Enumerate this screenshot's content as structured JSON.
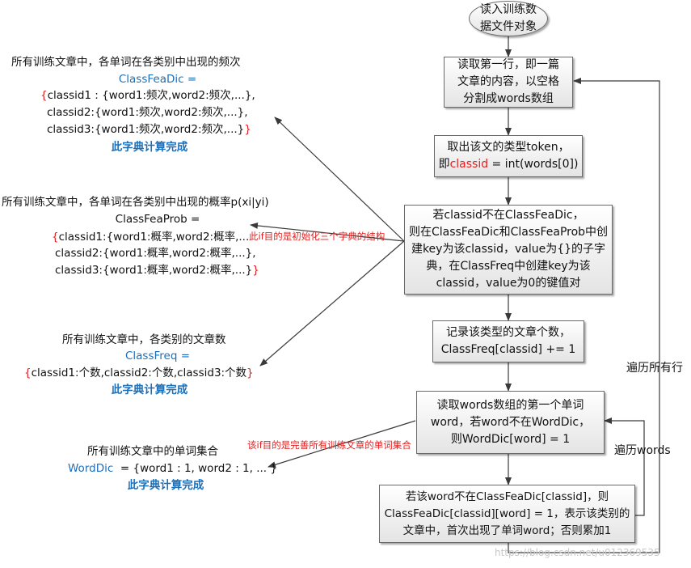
{
  "flow": {
    "start": [
      "读入训练数",
      "据文件对象"
    ],
    "step1": [
      "读取第一行，即一篇",
      "文章的内容，以空格",
      "分割成words数组"
    ],
    "step2_line1": "取出该文的类型token，",
    "step2_line2_pre": "即",
    "step2_line2_red": "classid",
    "step2_line2_post": " = int(words[0])",
    "step3": [
      "若classid不在ClassFeaDic，",
      "则在ClassFeaDic和ClassFeaProb中创",
      "建key为该classid，value为{}的子字",
      "典，在ClassFreq中创建key为该",
      "classid，value为0的键值对"
    ],
    "step4": [
      "记录该类型的文章个数，",
      "ClassFreq[classid] += 1"
    ],
    "step5": [
      "读取words数组的第一个单词",
      "word，若word不在WordDic，",
      "则WordDic[word] = 1"
    ],
    "step6": [
      "若该word不在ClassFeaDic[classid]，则",
      "ClassFeaDic[classid][word] = 1，表示该类别的",
      "文章中，首次出现了单词word；否则累加1"
    ]
  },
  "loops": {
    "all_lines": "遍历所有行",
    "words": "遍历words"
  },
  "notes": {
    "init_three": "此if目的是初始化三个字典的结构",
    "complete_worddic": "该if目的是完善所有训练文章的单词集合"
  },
  "dict1": {
    "desc": "所有训练文章中，各单词在各类别中出现的频次",
    "name": "ClassFeaDic =",
    "open": "{",
    "row1": "classid1 : {word1:频次,word2:频次,...},",
    "row2": "classid2:{word1:频次,word2:频次,...},",
    "row3": "classid3:{word1:频次,word2:频次,...}",
    "close": "}",
    "done": "此字典计算完成"
  },
  "dict2": {
    "desc": "所有训练文章中，各单词在各类别中出现的概率p(xi|yi)",
    "name": "ClassFeaProb =",
    "open": "{",
    "row1": "classid1:{word1:概率,word2:概率,...",
    "row2": "classid2:{word1:概率,word2:概率,...},",
    "row3": "classid3:{word1:概率,word2:概率,...}",
    "close": "}"
  },
  "dict3": {
    "desc": "所有训练文章中，各类别的文章数",
    "name": "ClassFreq =",
    "open": "{",
    "row1": "classid1:个数,classid2:个数,classid3:个数",
    "close": "}",
    "done": "此字典计算完成"
  },
  "dict4": {
    "desc": "所有训练文章中的单词集合",
    "name": "WordDic",
    "value": "= {word1 : 1, word2 : 1, ... }",
    "done": "此字典计算完成"
  },
  "watermark": "https://blog.csdn.net/u012369535",
  "colors": {
    "blue": "#1d6fb8",
    "red": "#e02020",
    "line": "#3a3a3a"
  }
}
